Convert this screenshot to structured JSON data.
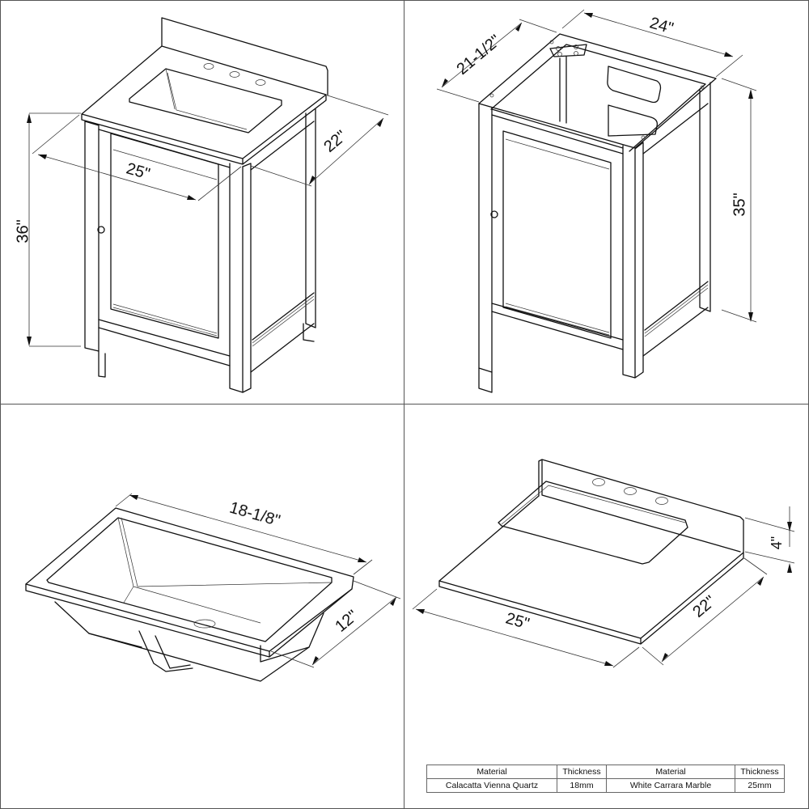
{
  "panels": {
    "vanity_with_top": {
      "dimensions": {
        "height": "36\"",
        "width": "25\"",
        "depth": "22\""
      }
    },
    "vanity_cabinet": {
      "dimensions": {
        "depth": "21-1/2\"",
        "width": "24\"",
        "height": "35\""
      }
    },
    "sink": {
      "dimensions": {
        "length": "18-1/8\"",
        "width": "12\""
      }
    },
    "countertop": {
      "dimensions": {
        "width": "25\"",
        "depth": "22\"",
        "backsplash_height": "4\""
      }
    }
  },
  "spec_table": {
    "headers": [
      "Material",
      "Thickness",
      "Material",
      "Thickness"
    ],
    "rows": [
      [
        "Calacatta Vienna Quartz",
        "18mm",
        "White Carrara Marble",
        "25mm"
      ]
    ]
  }
}
